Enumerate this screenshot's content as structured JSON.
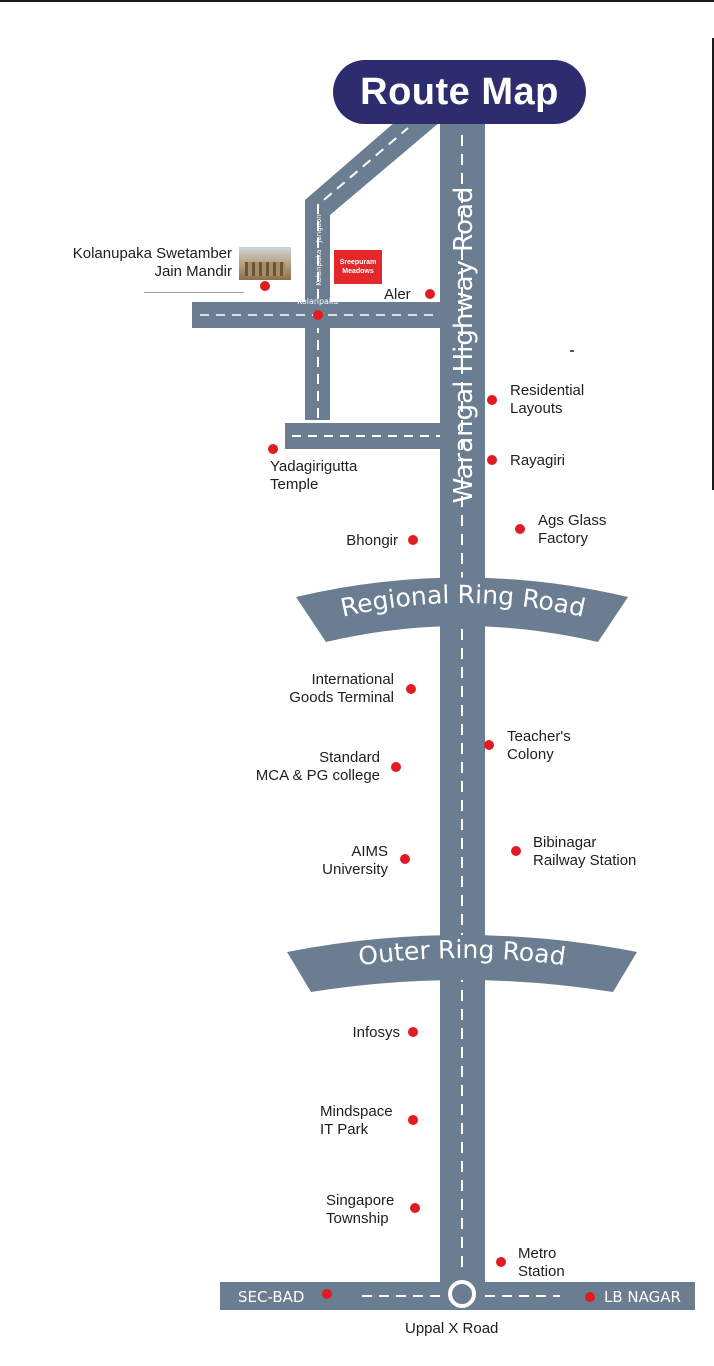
{
  "title": "Route Map",
  "colors": {
    "road": "#6a7d91",
    "accent": "#2c2c6e",
    "marker": "#e11b22",
    "brand": "#e3272b"
  },
  "roads": {
    "highway": "Warangal Highway Road",
    "regional": "Regional Ring Road",
    "outer": "Outer Ring Road",
    "jangaon": "Kolanpaka - Jangaon",
    "kolanpaka": "Kolanpaka"
  },
  "brand": {
    "line1": "Sreepuram",
    "line2": "Meadows"
  },
  "places": {
    "jain_mandir_1": "Kolanupaka Swetamber",
    "jain_mandir_2": "Jain Mandir",
    "aler": "Aler",
    "residential_1": "Residential",
    "residential_2": "Layouts",
    "yadagiri_1": "Yadagirigutta",
    "yadagiri_2": "Temple",
    "rayagiri": "Rayagiri",
    "bhongir": "Bhongir",
    "ags_1": "Ags Glass",
    "ags_2": "Factory",
    "igt_1": "International",
    "igt_2": "Goods Terminal",
    "teachers_1": "Teacher's",
    "teachers_2": "Colony",
    "mca_1": "Standard",
    "mca_2": "MCA & PG college",
    "aims_1": "AIMS",
    "aims_2": "University",
    "bibinagar_1": "Bibinagar",
    "bibinagar_2": "Railway Station",
    "infosys": "Infosys",
    "mindspace_1": "Mindspace",
    "mindspace_2": "IT Park",
    "singapore_1": "Singapore",
    "singapore_2": "Township",
    "metro_1": "Metro",
    "metro_2": "Station",
    "secbad": "SEC-BAD",
    "lbnagar": "LB NAGAR",
    "uppal": "Uppal X Road"
  }
}
